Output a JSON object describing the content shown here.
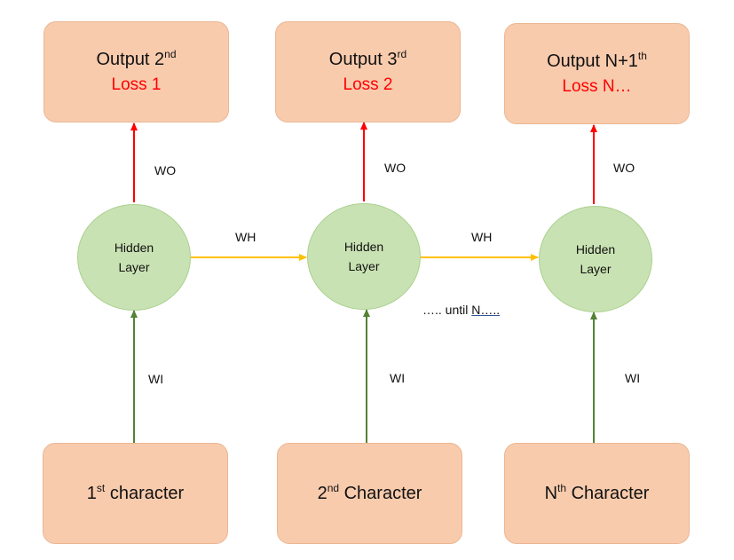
{
  "outputs": [
    {
      "main": "Output 2",
      "sup": "nd",
      "loss": "Loss 1"
    },
    {
      "main": "Output 3",
      "sup": "rd",
      "loss": "Loss 2"
    },
    {
      "main": "Output N+1",
      "sup": "th",
      "loss": "Loss N…"
    }
  ],
  "hidden": [
    {
      "line1": "Hidden",
      "line2": "Layer"
    },
    {
      "line1": "Hidden",
      "line2": "Layer"
    },
    {
      "line1": "Hidden",
      "line2": "Layer"
    }
  ],
  "inputs": [
    {
      "pre": "1",
      "sup": "st",
      "post": " character"
    },
    {
      "pre": "2",
      "sup": "nd",
      "post": " Character"
    },
    {
      "pre": "N",
      "sup": "th",
      "post": " Character"
    }
  ],
  "weights": {
    "wo": "WO",
    "wh": "WH",
    "wi": "WI"
  },
  "continuation": {
    "prefix": "….. until ",
    "n": "N",
    "dots": "….."
  },
  "colors": {
    "output_arrow": "#ff0000",
    "hidden_arrow": "#ffc000",
    "input_arrow": "#548235"
  }
}
